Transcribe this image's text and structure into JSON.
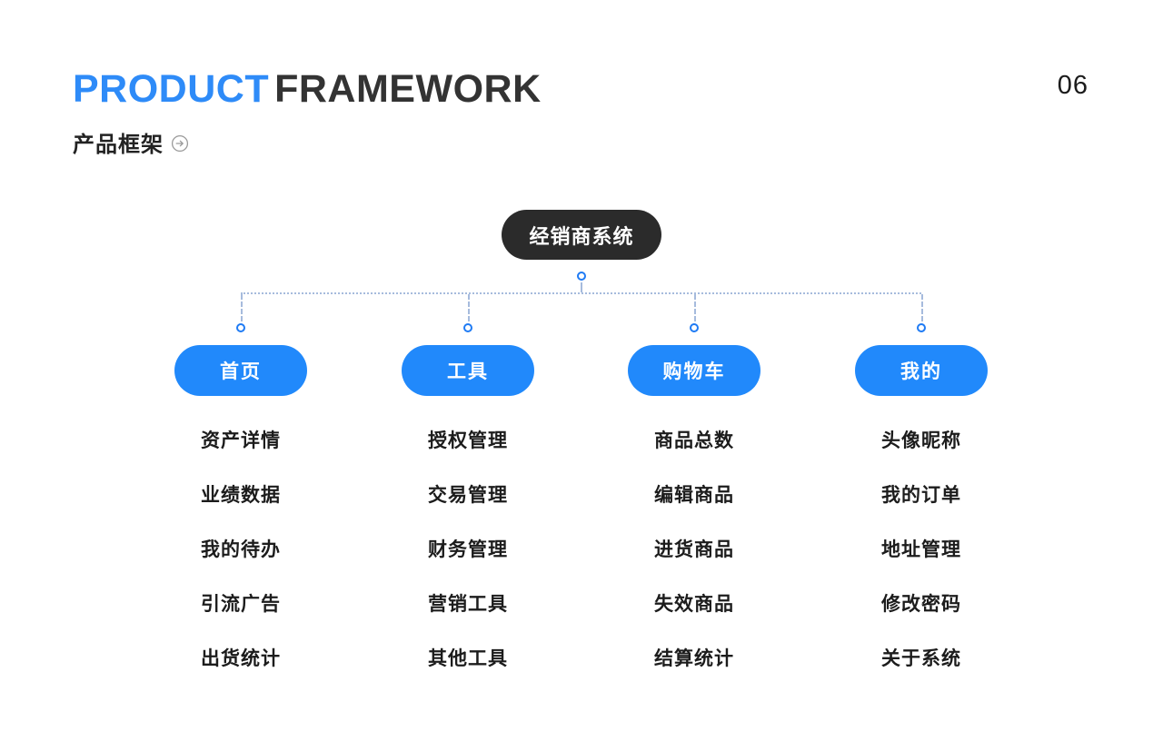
{
  "page": {
    "title_part1": "PRODUCT",
    "title_part2": "FRAMEWORK",
    "subtitle": "产品框架",
    "page_number": "06"
  },
  "colors": {
    "accent_blue": "#2189fb",
    "title_blue": "#2e8bf8",
    "root_dark": "#2b2b2b",
    "connector_line": "#a6bbdd",
    "connector_dot_stroke": "#1f7bf4",
    "text_dark": "#1c1c1c"
  },
  "icons": {
    "subtitle_icon": "circle-arrow-right-icon"
  },
  "diagram": {
    "root": "经销商系统",
    "branches": [
      {
        "label": "首页",
        "items": [
          "资产详情",
          "业绩数据",
          "我的待办",
          "引流广告",
          "出货统计"
        ]
      },
      {
        "label": "工具",
        "items": [
          "授权管理",
          "交易管理",
          "财务管理",
          "营销工具",
          "其他工具"
        ]
      },
      {
        "label": "购物车",
        "items": [
          "商品总数",
          "编辑商品",
          "进货商品",
          "失效商品",
          "结算统计"
        ]
      },
      {
        "label": "我的",
        "items": [
          "头像昵称",
          "我的订单",
          "地址管理",
          "修改密码",
          "关于系统"
        ]
      }
    ]
  }
}
